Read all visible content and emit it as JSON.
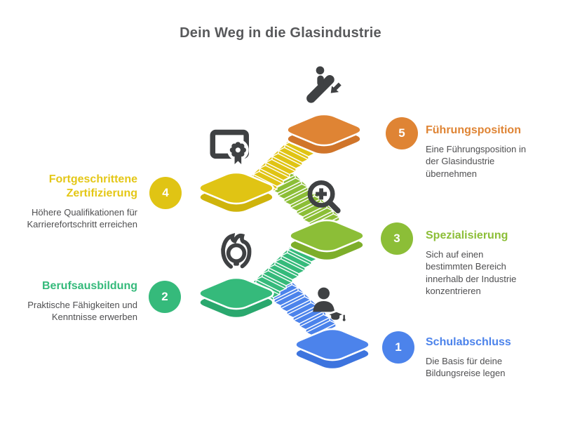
{
  "title": "Dein Weg in die Glasindustrie",
  "colors": {
    "step1_blue": "#4C83EB",
    "step2_green": "#35BA7B",
    "step3_light_green": "#8CBE37",
    "step4_yellow": "#E0C414",
    "step5_orange": "#DF8434",
    "heading_gray": "#58595B",
    "icon_gray": "#3F4143"
  },
  "steps": [
    {
      "number": "1",
      "title": "Schulabschluss",
      "description": "Die Basis für deine Bildungsreise legen",
      "color": "#4C83EB",
      "icon": "graduate-icon",
      "side": "right"
    },
    {
      "number": "2",
      "title": "Berufsausbildung",
      "description": "Praktische Fähigkeiten und Kenntnisse erwerben",
      "color": "#35BA7B",
      "icon": "idea-icon",
      "side": "left"
    },
    {
      "number": "3",
      "title": "Spezialisierung",
      "description": "Sich auf einen bestimmten Bereich innerhalb der Industrie konzentrieren",
      "color": "#8CBE37",
      "icon": "zoom-in-icon",
      "side": "right"
    },
    {
      "number": "4",
      "title": "Fortgeschrittene Zertifizierung",
      "description": "Höhere Qualifikationen für Karrierefortschritt erreichen",
      "color": "#E0C414",
      "icon": "certificate-icon",
      "side": "left"
    },
    {
      "number": "5",
      "title": "Führungsposition",
      "description": "Eine Führungsposition in der Glasindustrie übernehmen",
      "color": "#DF8434",
      "icon": "escalator-icon",
      "side": "right"
    }
  ]
}
